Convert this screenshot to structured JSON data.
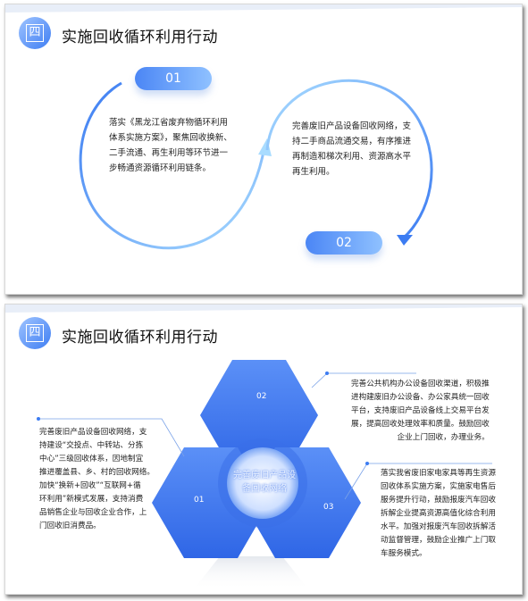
{
  "slide1": {
    "badge": "四",
    "title": "实施回收循环利用行动",
    "pill1": "01",
    "pill2": "02",
    "left_text": [
      "落实《黑龙江省废弃物循环利用",
      "体系实施方案》，聚焦回收换新、",
      "二手流通、再生利用等环节进一",
      "步畅通资源循环利用链条。"
    ],
    "right_text": [
      "完善废旧产品设备回收网络，支",
      "持二手商品流通交易，有序推进",
      "再制造和梯次利用、资源高水平",
      "再生利用。"
    ]
  },
  "slide2": {
    "badge": "四",
    "title": "实施回收循环利用行动",
    "hex1": "01",
    "hex2": "02",
    "hex3": "03",
    "center": [
      "完善废旧产品设",
      "备回收网络"
    ],
    "left_text": [
      "完善废旧产品设备回收网络，支",
      "持建设“交投点、中转站、分拣",
      "中心”三级回收体系，因地制宜",
      "推进覆盖县、乡、村的回收网络。",
      "加快“换新+回收”“互联网+循",
      "环利用”新模式发展，支持消费",
      "品销售企业与回收企业合作，上",
      "门回收旧消费品。"
    ],
    "top_right_text": [
      "完善公共机构办公设备回收渠道，积极推",
      "进构建废旧办公设备、办公家具统一回收",
      "平台，支持废旧产品设备线上交易平台发",
      "展，提高回收处理效率和质量。鼓励回收",
      "企业上门回收，办理业务。"
    ],
    "bottom_right_text": [
      "落实我省废旧家电家具等再生资源",
      "回收体系实施方案，实施家电售后",
      "服务提升行动，鼓励报废汽车回收",
      "拆解企业提高资源高值化综合利用",
      "水平。加强对报废汽车回收拆解活",
      "动监督管理，鼓励企业推广上门取",
      "车服务模式。"
    ]
  }
}
